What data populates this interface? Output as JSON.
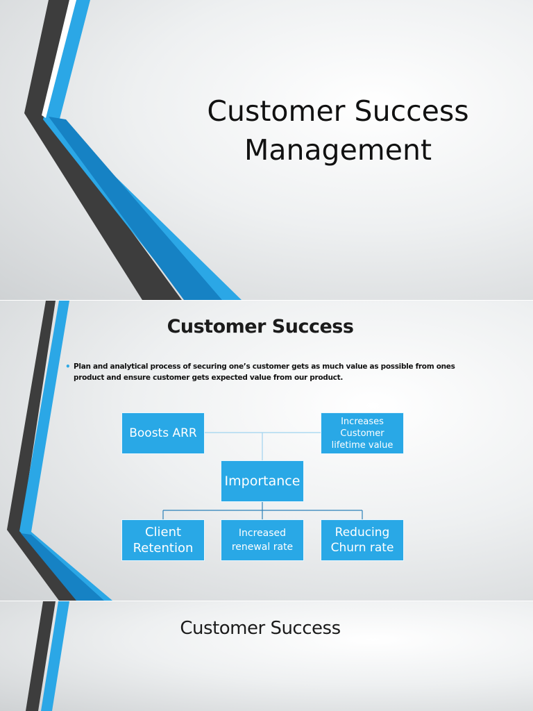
{
  "slides": [
    {
      "title_lines": [
        "Customer Success",
        "Management"
      ]
    },
    {
      "title": "Customer Success",
      "bullet": "Plan and analytical process of securing one’s customer gets as much value as possible from ones product and ensure customer gets expected  value from our product.",
      "diagram": {
        "center": "Importance",
        "top_left": "Boosts ARR",
        "top_right_lines": [
          "Increases",
          "Customer",
          "lifetime value"
        ],
        "bottom_left_lines": [
          "Client",
          "Retention"
        ],
        "bottom_center_lines": [
          "Increased",
          "renewal rate"
        ],
        "bottom_right_lines": [
          "Reducing",
          "Churn rate"
        ]
      }
    },
    {
      "title": "Customer Success"
    }
  ],
  "colors": {
    "accent_blue": "#29a8e6",
    "dark_stripe": "#3b3b3b",
    "deep_blue": "#1583c4"
  }
}
